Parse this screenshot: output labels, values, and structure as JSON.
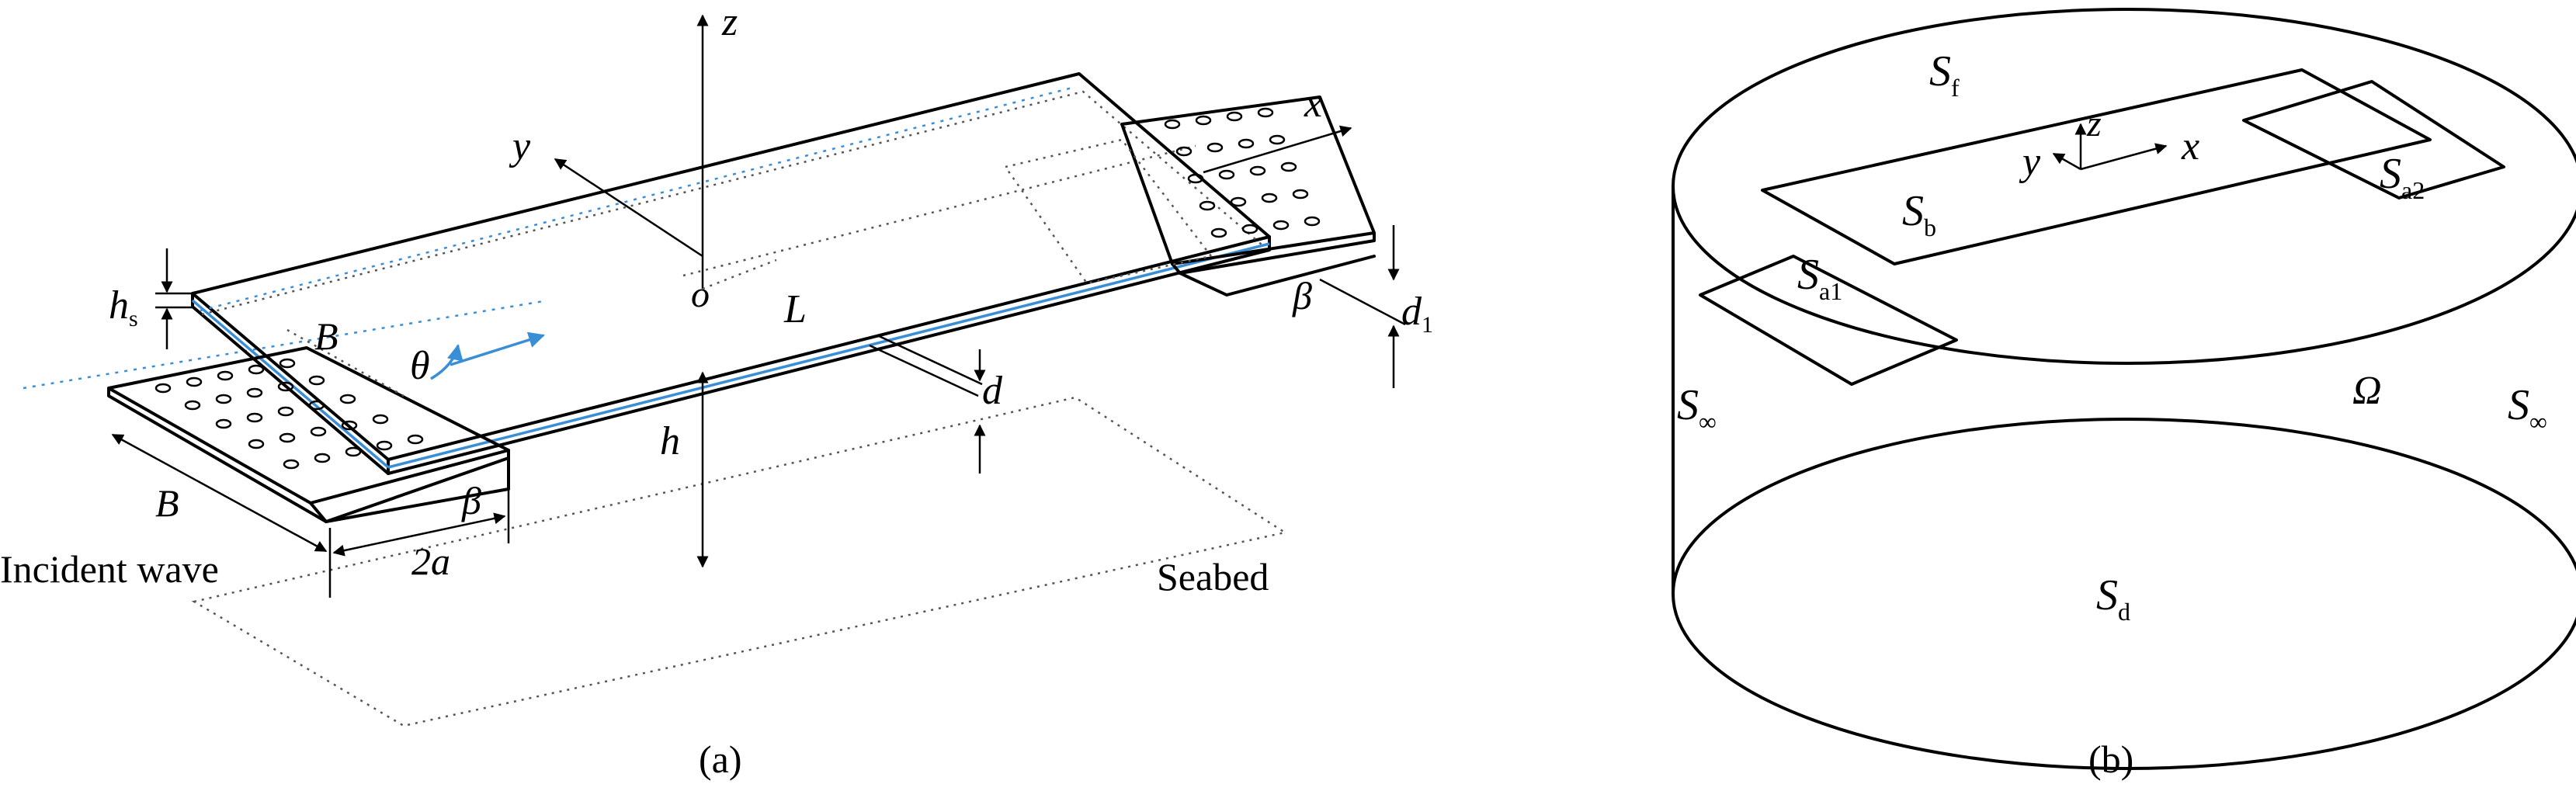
{
  "panel_a": {
    "caption": "(a)",
    "axes": {
      "x": "x",
      "y": "y",
      "z": "z",
      "origin": "o"
    },
    "dims": {
      "hs": "h",
      "hs_sub": "s",
      "B_top": "B",
      "B_left": "B",
      "theta": "θ",
      "L": "L",
      "d": "d",
      "h": "h",
      "beta_left": "β",
      "beta_right": "β",
      "two_a": "2a",
      "d1": "d",
      "d1_sub": "1"
    },
    "labels": {
      "incident_wave": "Incident wave",
      "seabed": "Seabed"
    },
    "colors": {
      "wave": "#3a8ed6"
    }
  },
  "panel_b": {
    "caption": "(b)",
    "axes": {
      "x": "x",
      "y": "y",
      "z": "z"
    },
    "labels": {
      "Sf": "S",
      "Sf_sub": "f",
      "Sb": "S",
      "Sb_sub": "b",
      "Sa1": "S",
      "Sa1_sub": "a1",
      "Sa2": "S",
      "Sa2_sub": "a2",
      "Sd": "S",
      "Sd_sub": "d",
      "S_inf_left": "S",
      "S_inf_left_sub": "∞",
      "S_inf_right": "S",
      "S_inf_right_sub": "∞",
      "Omega": "Ω"
    }
  }
}
